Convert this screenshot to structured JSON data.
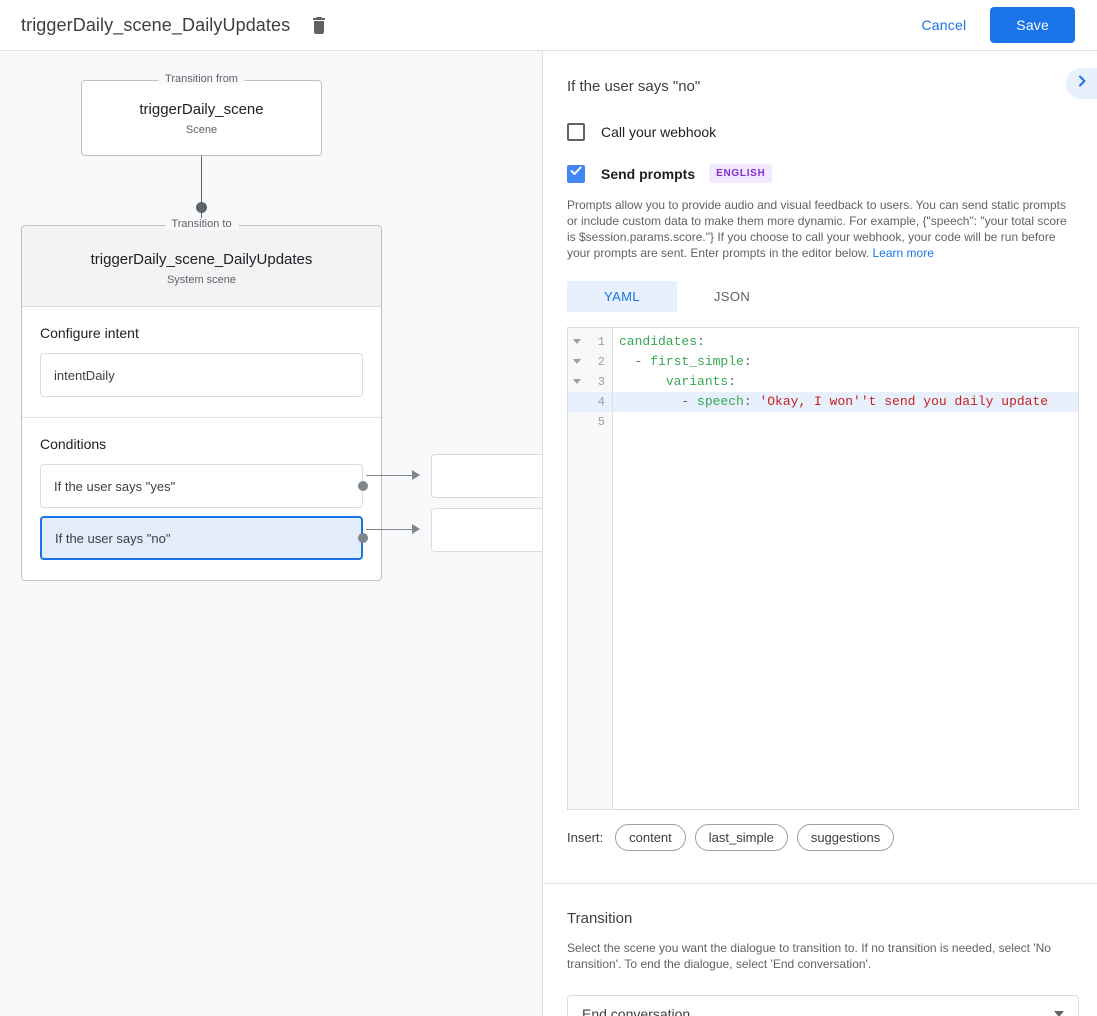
{
  "topbar": {
    "title": "triggerDaily_scene_DailyUpdates",
    "delete_icon": "trash-icon",
    "cancel_label": "Cancel",
    "save_label": "Save",
    "accent_color": "#1a73e8"
  },
  "graph": {
    "from_legend": "Transition from",
    "from_name": "triggerDaily_scene",
    "from_sub": "Scene",
    "to_legend": "Transition to",
    "to_name": "triggerDaily_scene_DailyUpdates",
    "to_sub": "System scene",
    "intent_section_title": "Configure intent",
    "intent_value": "intentDaily",
    "conditions_section_title": "Conditions",
    "conditions": [
      {
        "label": "If the user says \"yes\"",
        "selected": false
      },
      {
        "label": "If the user says \"no\"",
        "selected": true
      }
    ]
  },
  "panel": {
    "title": "If the user says \"no\"",
    "expand_icon": "chevron-right-icon",
    "webhook": {
      "label": "Call your webhook",
      "checked": false
    },
    "prompts": {
      "label": "Send prompts",
      "checked": true,
      "badge": "ENGLISH",
      "badge_color": "#8430ce"
    },
    "description": "Prompts allow you to provide audio and visual feedback to users. You can send static prompts or include custom data to make them more dynamic. For example, {\"speech\": \"your total score is $session.params.score.\"} If you choose to call your webhook, your code will be run before your prompts are sent. Enter prompts in the editor below.",
    "learn_more": "Learn more",
    "tabs": [
      {
        "label": "YAML",
        "active": true
      },
      {
        "label": "JSON",
        "active": false
      }
    ],
    "editor": {
      "lines": [
        {
          "num": "1",
          "fold": true,
          "highlight": false,
          "tokens": [
            {
              "t": "candidates",
              "c": "tok-key"
            },
            {
              "t": ":",
              "c": "tok-punc"
            }
          ]
        },
        {
          "num": "2",
          "fold": true,
          "highlight": false,
          "tokens": [
            {
              "t": "  - ",
              "c": "tok-dash"
            },
            {
              "t": "first_simple",
              "c": "tok-key"
            },
            {
              "t": ":",
              "c": "tok-punc"
            }
          ]
        },
        {
          "num": "3",
          "fold": true,
          "highlight": false,
          "tokens": [
            {
              "t": "      ",
              "c": "tok-dash"
            },
            {
              "t": "variants",
              "c": "tok-key"
            },
            {
              "t": ":",
              "c": "tok-punc"
            }
          ]
        },
        {
          "num": "4",
          "fold": false,
          "highlight": true,
          "tokens": [
            {
              "t": "        - ",
              "c": "tok-dash"
            },
            {
              "t": "speech",
              "c": "tok-key"
            },
            {
              "t": ": ",
              "c": "tok-punc"
            },
            {
              "t": "'Okay, I won''t send you daily update",
              "c": "tok-str"
            }
          ]
        },
        {
          "num": "5",
          "fold": false,
          "highlight": false,
          "tokens": []
        }
      ]
    },
    "insert_label": "Insert:",
    "insert_chips": [
      "content",
      "last_simple",
      "suggestions"
    ],
    "transition": {
      "title": "Transition",
      "description": "Select the scene you want the dialogue to transition to. If no transition is needed, select 'No transition'. To end the dialogue, select 'End conversation'.",
      "selected": "End conversation"
    }
  }
}
